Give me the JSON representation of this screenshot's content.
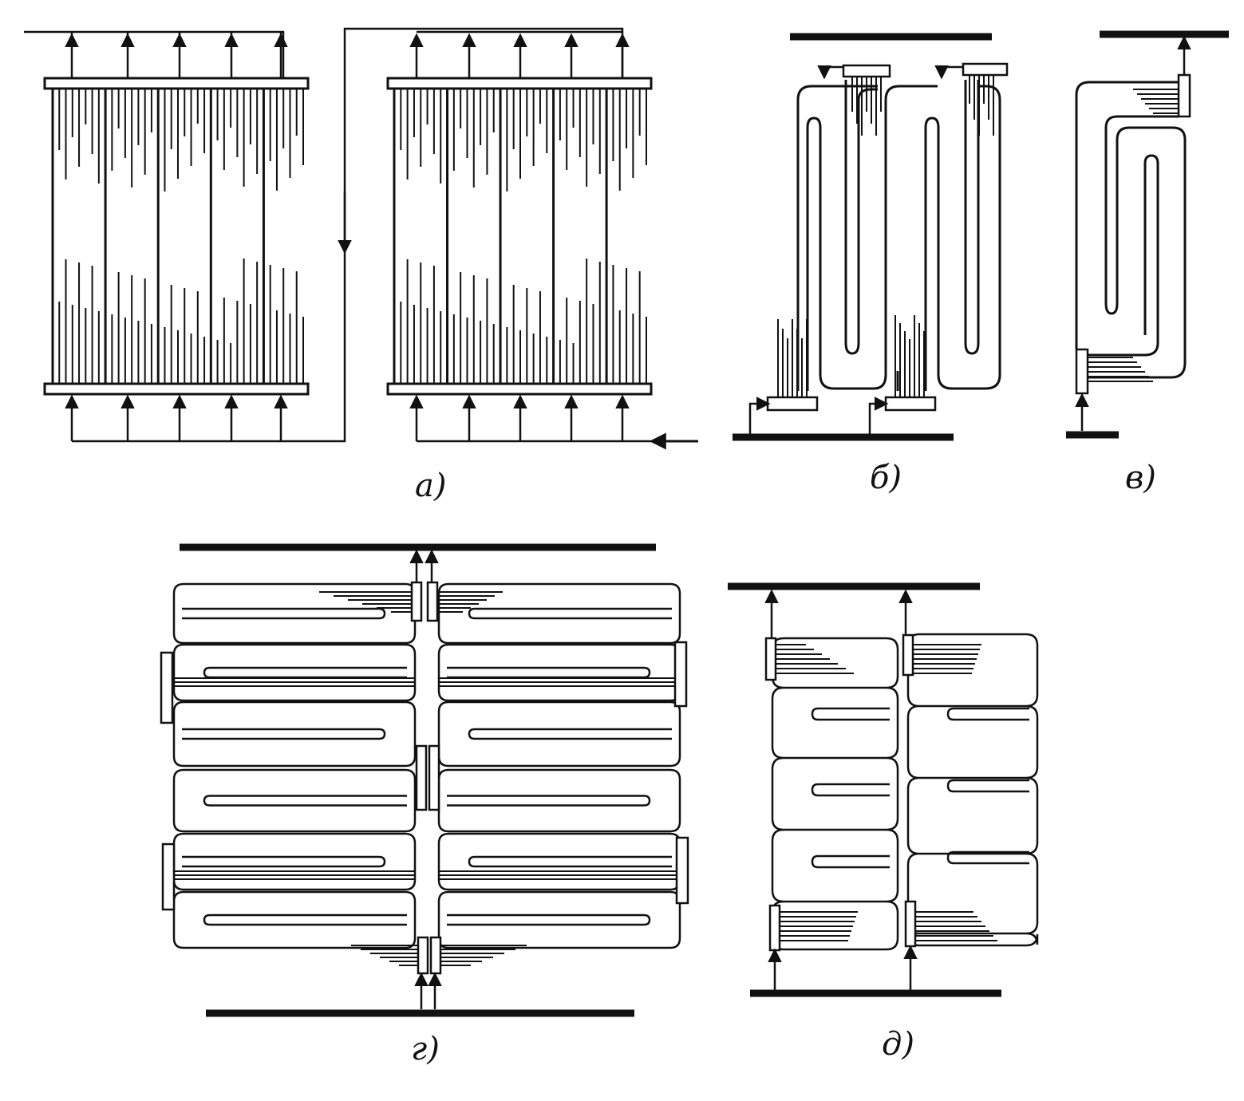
{
  "figure": {
    "colors": {
      "ink": "#111111",
      "paper": "#ffffff"
    },
    "panels": [
      {
        "id": "a",
        "label": "а)"
      },
      {
        "id": "b",
        "label": "б)"
      },
      {
        "id": "v",
        "label": "в)"
      },
      {
        "id": "g",
        "label": "г)"
      },
      {
        "id": "d",
        "label": "д)"
      }
    ]
  }
}
